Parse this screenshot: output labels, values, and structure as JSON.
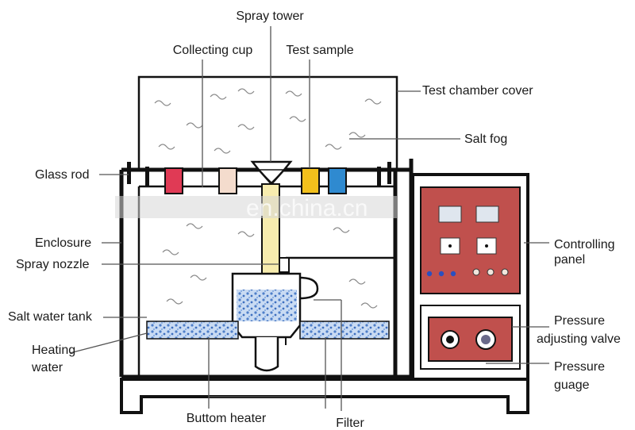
{
  "labels": {
    "spray_tower": "Spray tower",
    "collecting_cup": "Collecting cup",
    "test_sample": "Test sample",
    "test_chamber_cover": "Test chamber cover",
    "salt_fog": "Salt fog",
    "glass_rod": "Glass rod",
    "enclosure": "Enclosure",
    "spray_nozzle": "Spray nozzle",
    "salt_water_tank": "Salt water tank",
    "heating_water_1": "Heating",
    "heating_water_2": "water",
    "controlling_panel_1": "Controlling",
    "controlling_panel_2": "panel",
    "pressure_adjusting_valve_1": "Pressure",
    "pressure_adjusting_valve_2": "adjusting valve",
    "pressure_guage_1": "Pressure",
    "pressure_guage_2": "guage",
    "buttom_heater": "Buttom heater",
    "filter": "Filter"
  },
  "watermark": "en.china.cn",
  "colors": {
    "panel_red": "#c0504d",
    "sample_red": "#e03a55",
    "sample_yellow": "#f2c01c",
    "sample_blue": "#2f8ad0",
    "sample_pink": "#f4dccd",
    "tower_yellow": "#f7ecae",
    "water_blue": "#6f9ad8"
  }
}
